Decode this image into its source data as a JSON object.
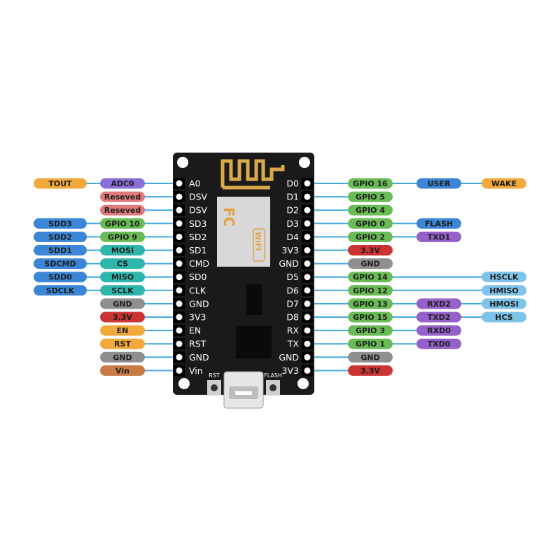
{
  "board": {
    "left_pins": [
      "A0",
      "DSV",
      "DSV",
      "SD3",
      "SD2",
      "SD1",
      "CMD",
      "SD0",
      "CLK",
      "GND",
      "3V3",
      "EN",
      "RST",
      "GND",
      "Vin"
    ],
    "right_pins": [
      "D0",
      "D1",
      "D2",
      "D3",
      "D4",
      "3V3",
      "GND",
      "D5",
      "D6",
      "D7",
      "D8",
      "RX",
      "TX",
      "GND",
      "3V3"
    ],
    "module_marks": [
      "FC",
      "WiFi"
    ],
    "button_labels": {
      "rst": "RST",
      "flash": "FLASH"
    }
  },
  "left_columns": [
    [
      {
        "row": 0,
        "text": "TOUT",
        "color": "#f2a93b"
      },
      {
        "row": 3,
        "text": "SDD3",
        "color": "#3b86d6"
      },
      {
        "row": 4,
        "text": "SDD2",
        "color": "#3b86d6"
      },
      {
        "row": 5,
        "text": "SDD1",
        "color": "#3b86d6"
      },
      {
        "row": 6,
        "text": "SDCMD",
        "color": "#3b86d6"
      },
      {
        "row": 7,
        "text": "SDD0",
        "color": "#3b86d6"
      },
      {
        "row": 8,
        "text": "SDCLK",
        "color": "#3b86d6"
      }
    ],
    [
      {
        "row": 0,
        "text": "ADC0",
        "color": "#8b6fd9"
      },
      {
        "row": 1,
        "text": "Reseved",
        "color": "#e07a7a"
      },
      {
        "row": 2,
        "text": "Reseved",
        "color": "#e07a7a"
      },
      {
        "row": 3,
        "text": "GPIO 10",
        "color": "#69bb55"
      },
      {
        "row": 4,
        "text": "GPIO 9",
        "color": "#69bb55"
      },
      {
        "row": 5,
        "text": "MOSI",
        "color": "#2fb6ac"
      },
      {
        "row": 6,
        "text": "CS",
        "color": "#2fb6ac"
      },
      {
        "row": 7,
        "text": "MISO",
        "color": "#2fb6ac"
      },
      {
        "row": 8,
        "text": "SCLK",
        "color": "#2fb6ac"
      },
      {
        "row": 9,
        "text": "GND",
        "color": "#8f8f8f"
      },
      {
        "row": 10,
        "text": "3.3V",
        "color": "#cc3333"
      },
      {
        "row": 11,
        "text": "EN",
        "color": "#f2a93b"
      },
      {
        "row": 12,
        "text": "RST",
        "color": "#f2a93b"
      },
      {
        "row": 13,
        "text": "GND",
        "color": "#8f8f8f"
      },
      {
        "row": 14,
        "text": "Vin",
        "color": "#c97a45"
      }
    ]
  ],
  "right_columns": [
    [
      {
        "row": 0,
        "text": "GPIO 16",
        "color": "#69bb55"
      },
      {
        "row": 1,
        "text": "GPIO 5",
        "color": "#69bb55"
      },
      {
        "row": 2,
        "text": "GPIO 4",
        "color": "#69bb55"
      },
      {
        "row": 3,
        "text": "GPIO 0",
        "color": "#69bb55"
      },
      {
        "row": 4,
        "text": "GPIO 2",
        "color": "#69bb55"
      },
      {
        "row": 5,
        "text": "3.3V",
        "color": "#cc3333"
      },
      {
        "row": 6,
        "text": "GND",
        "color": "#8f8f8f"
      },
      {
        "row": 7,
        "text": "GPIO 14",
        "color": "#69bb55"
      },
      {
        "row": 8,
        "text": "GPIO 12",
        "color": "#69bb55"
      },
      {
        "row": 9,
        "text": "GPIO 13",
        "color": "#69bb55"
      },
      {
        "row": 10,
        "text": "GPIO 15",
        "color": "#69bb55"
      },
      {
        "row": 11,
        "text": "GPIO 3",
        "color": "#69bb55"
      },
      {
        "row": 12,
        "text": "GPIO 1",
        "color": "#69bb55"
      },
      {
        "row": 13,
        "text": "GND",
        "color": "#8f8f8f"
      },
      {
        "row": 14,
        "text": "3.3V",
        "color": "#cc3333"
      }
    ],
    [
      {
        "row": 0,
        "text": "USER",
        "color": "#3b86d6"
      },
      {
        "row": 3,
        "text": "FLASH",
        "color": "#3b86d6"
      },
      {
        "row": 4,
        "text": "TXD1",
        "color": "#9560c9"
      },
      {
        "row": 9,
        "text": "RXD2",
        "color": "#9560c9"
      },
      {
        "row": 10,
        "text": "TXD2",
        "color": "#9560c9"
      },
      {
        "row": 11,
        "text": "RXD0",
        "color": "#9560c9"
      },
      {
        "row": 12,
        "text": "TXD0",
        "color": "#9560c9"
      }
    ],
    [
      {
        "row": 0,
        "text": "WAKE",
        "color": "#f2a93b"
      },
      {
        "row": 7,
        "text": "HSCLK",
        "color": "#7ec3ea"
      },
      {
        "row": 8,
        "text": "HMISO",
        "color": "#7ec3ea"
      },
      {
        "row": 9,
        "text": "HMOSI",
        "color": "#7ec3ea"
      },
      {
        "row": 10,
        "text": "HCS",
        "color": "#7ec3ea"
      }
    ]
  ],
  "colors": {
    "connector_line": "#41a9e0",
    "board": "#1a1a1a",
    "antenna": "#d9a94a",
    "module_shield": "#d8d8d8"
  }
}
